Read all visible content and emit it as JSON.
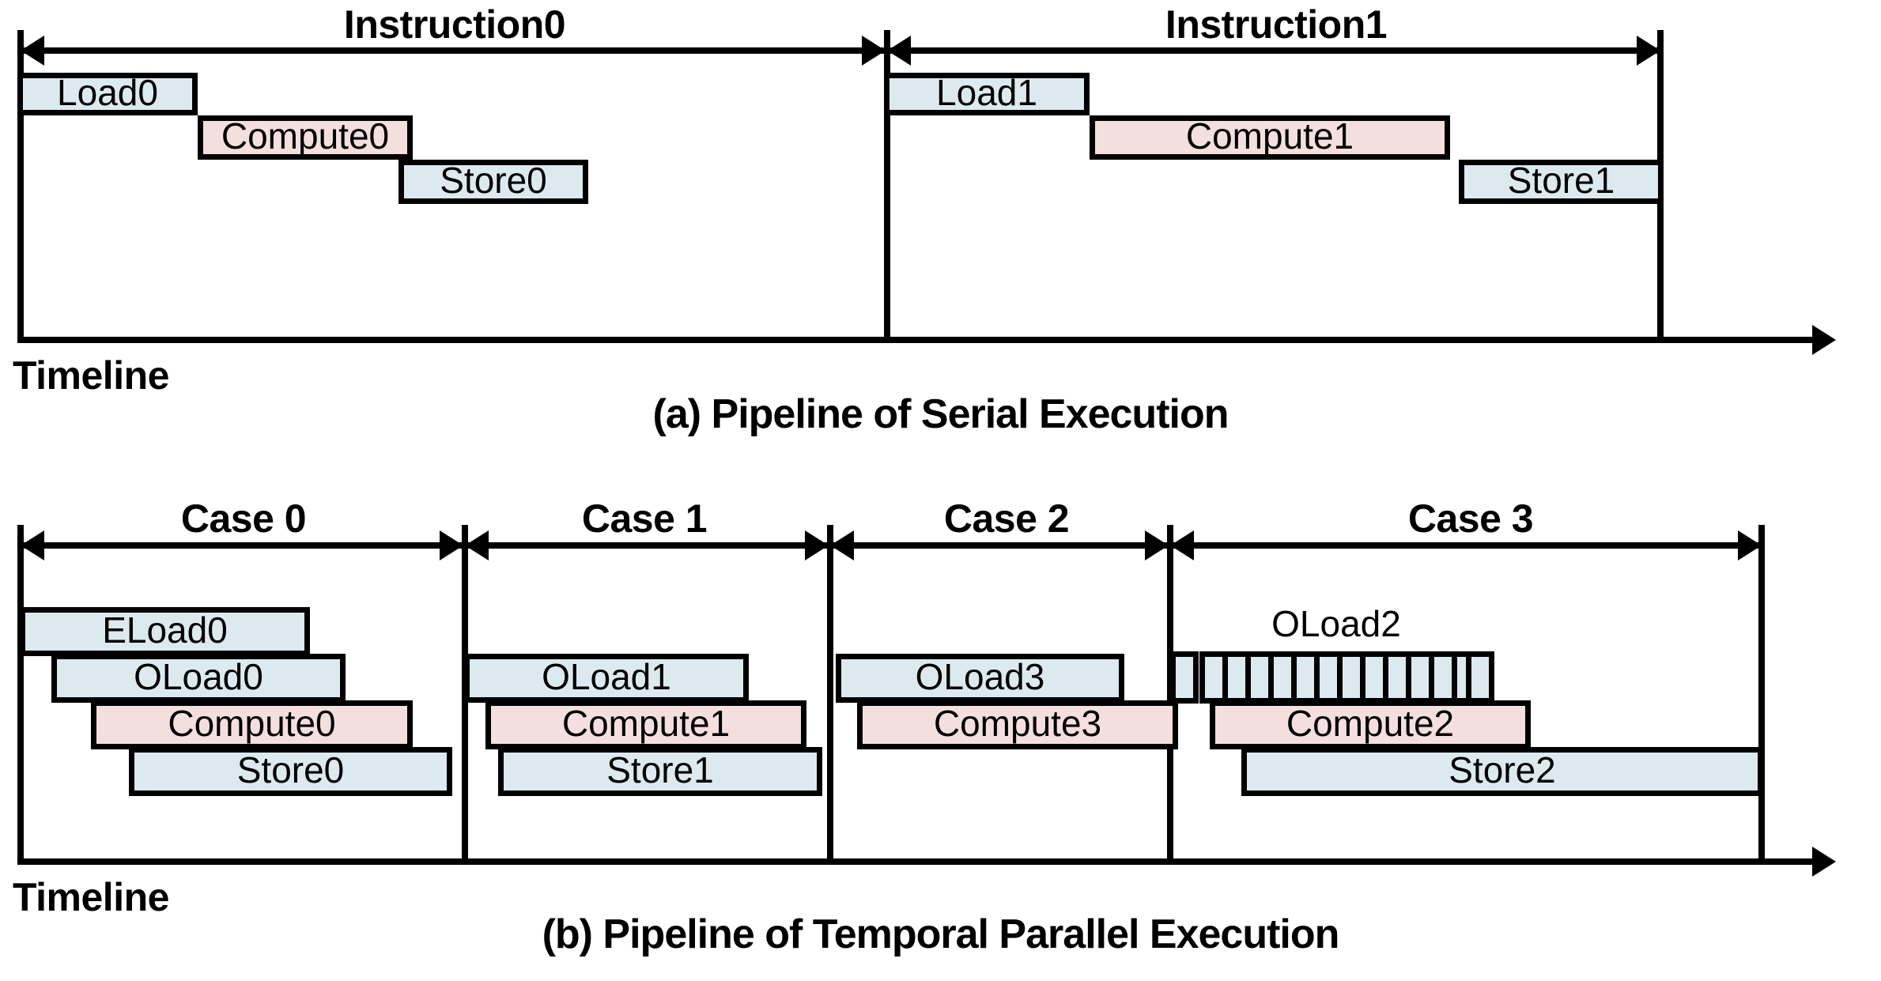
{
  "figure": {
    "title_a": "(a) Pipeline of Serial Execution",
    "title_b": "(b) Pipeline of Temporal Parallel Execution",
    "timeline_label_a": "Timeline",
    "timeline_label_b": "Timeline",
    "colors": {
      "load_fill": "#dceaf0",
      "compute_fill": "#f4dfdf",
      "stroke": "#000000",
      "background": "#ffffff"
    }
  },
  "chart_data": {
    "type": "bar",
    "title": "Pipeline execution timing diagram",
    "xlabel": "Timeline",
    "ylabel": "",
    "panels": [
      {
        "id": "a",
        "caption": "(a) Pipeline of Serial Execution",
        "axis_label": "Timeline",
        "groups": [
          {
            "label": "Instruction0",
            "start": 0,
            "end": 1094,
            "tasks": [
              {
                "label": "Load0",
                "kind": "load",
                "start": 0,
                "end": 222
              },
              {
                "label": "Compute0",
                "kind": "compute",
                "start": 250,
                "end": 516
              },
              {
                "label": "Store0",
                "kind": "load",
                "start": 478,
                "end": 744
              }
            ]
          },
          {
            "label": "Instruction1",
            "start": 1094,
            "end": 2072,
            "tasks": [
              {
                "label": "Load1",
                "kind": "load",
                "start": 1094,
                "end": 1350
              },
              {
                "label": "Compute1",
                "kind": "compute",
                "start": 1350,
                "end": 1802
              },
              {
                "label": "Store1",
                "kind": "load",
                "start": 1817,
                "end": 2072
              }
            ]
          }
        ]
      },
      {
        "id": "b",
        "caption": "(b) Pipeline of Temporal Parallel Execution",
        "axis_label": "Timeline",
        "groups": [
          {
            "label": "Case 0",
            "start": 0,
            "end": 560,
            "tasks": [
              {
                "label": "ELoad0",
                "kind": "load",
                "start": 0,
                "end": 364
              },
              {
                "label": "OLoad0",
                "kind": "load",
                "start": 42,
                "end": 409
              },
              {
                "label": "Compute0",
                "kind": "compute",
                "start": 92,
                "end": 494
              },
              {
                "label": "Store0",
                "kind": "load",
                "start": 140,
                "end": 544
              }
            ]
          },
          {
            "label": "Case 1",
            "start": 560,
            "end": 1010,
            "tasks": [
              {
                "label": "OLoad1",
                "kind": "load",
                "start": 562,
                "end": 917
              },
              {
                "label": "Compute1",
                "kind": "compute",
                "start": 589,
                "end": 990
              },
              {
                "label": "Store1",
                "kind": "load",
                "start": 605,
                "end": 1010
              }
            ]
          },
          {
            "label": "Case 2",
            "start": 1029,
            "end": 1459,
            "tasks": [
              {
                "label": "OLoad3",
                "kind": "load",
                "start": 1032,
                "end": 1392
              },
              {
                "label": "Compute3",
                "kind": "compute",
                "start": 1059,
                "end": 1460
              }
            ]
          },
          {
            "label": "Case 3",
            "start": 1459,
            "end": 2202,
            "tasks": [
              {
                "label": "OLoad2",
                "kind": "load-striped",
                "start": 1455,
                "end": 1862,
                "segments": 14
              },
              {
                "label": "Compute2",
                "kind": "compute",
                "start": 1505,
                "end": 1862
              },
              {
                "label": "Store2",
                "kind": "load",
                "start": 1545,
                "end": 2202
              }
            ]
          }
        ]
      }
    ]
  }
}
